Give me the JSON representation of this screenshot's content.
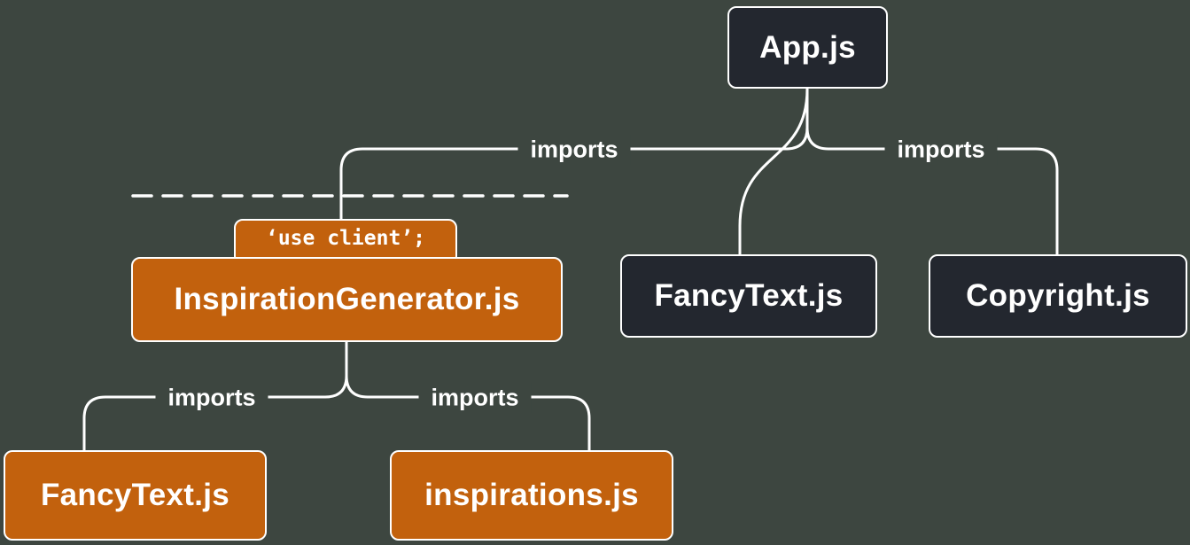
{
  "colors": {
    "background": "#3d4640",
    "server_box": "#23272f",
    "client_box": "#c2610d",
    "line": "#ffffff",
    "text": "#ffffff"
  },
  "nodes": {
    "app": {
      "label": "App.js"
    },
    "inspiration_generator": {
      "label": "InspirationGenerator.js",
      "badge": "‘use client’;"
    },
    "fancy_text_server": {
      "label": "FancyText.js"
    },
    "copyright": {
      "label": "Copyright.js"
    },
    "fancy_text_client": {
      "label": "FancyText.js"
    },
    "inspirations": {
      "label": "inspirations.js"
    }
  },
  "edges": {
    "app_to_inspiration_generator": {
      "label": "imports"
    },
    "app_to_copyright": {
      "label": "imports"
    },
    "generator_to_fancy_text": {
      "label": "imports"
    },
    "generator_to_inspirations": {
      "label": "imports"
    }
  }
}
